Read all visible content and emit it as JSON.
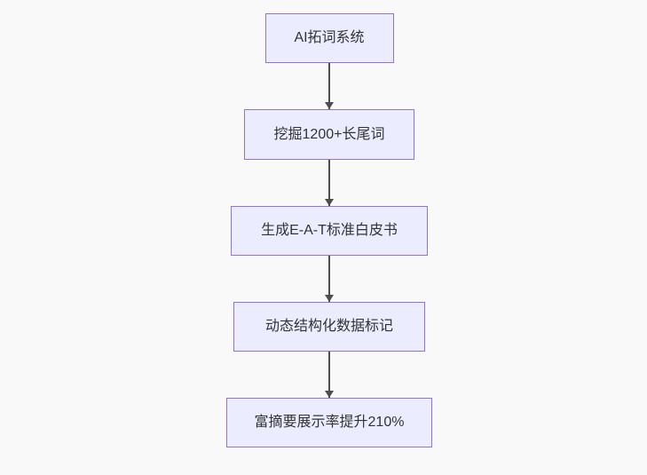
{
  "diagram": {
    "type": "flowchart",
    "direction": "top-down",
    "nodes": [
      {
        "label": "AI拓词系统"
      },
      {
        "label": "挖掘1200+长尾词"
      },
      {
        "label": "生成E-A-T标准白皮书"
      },
      {
        "label": "动态结构化数据标记"
      },
      {
        "label": "富摘要展示率提升210%"
      }
    ],
    "edges": [
      {
        "from": 0,
        "to": 1
      },
      {
        "from": 1,
        "to": 2
      },
      {
        "from": 2,
        "to": 3
      },
      {
        "from": 3,
        "to": 4
      }
    ],
    "colors": {
      "background": "#f9f9f9",
      "node_fill": "#ECECFF",
      "node_border": "#9370DB",
      "text": "#333333",
      "arrow": "#4d4d4d"
    }
  }
}
